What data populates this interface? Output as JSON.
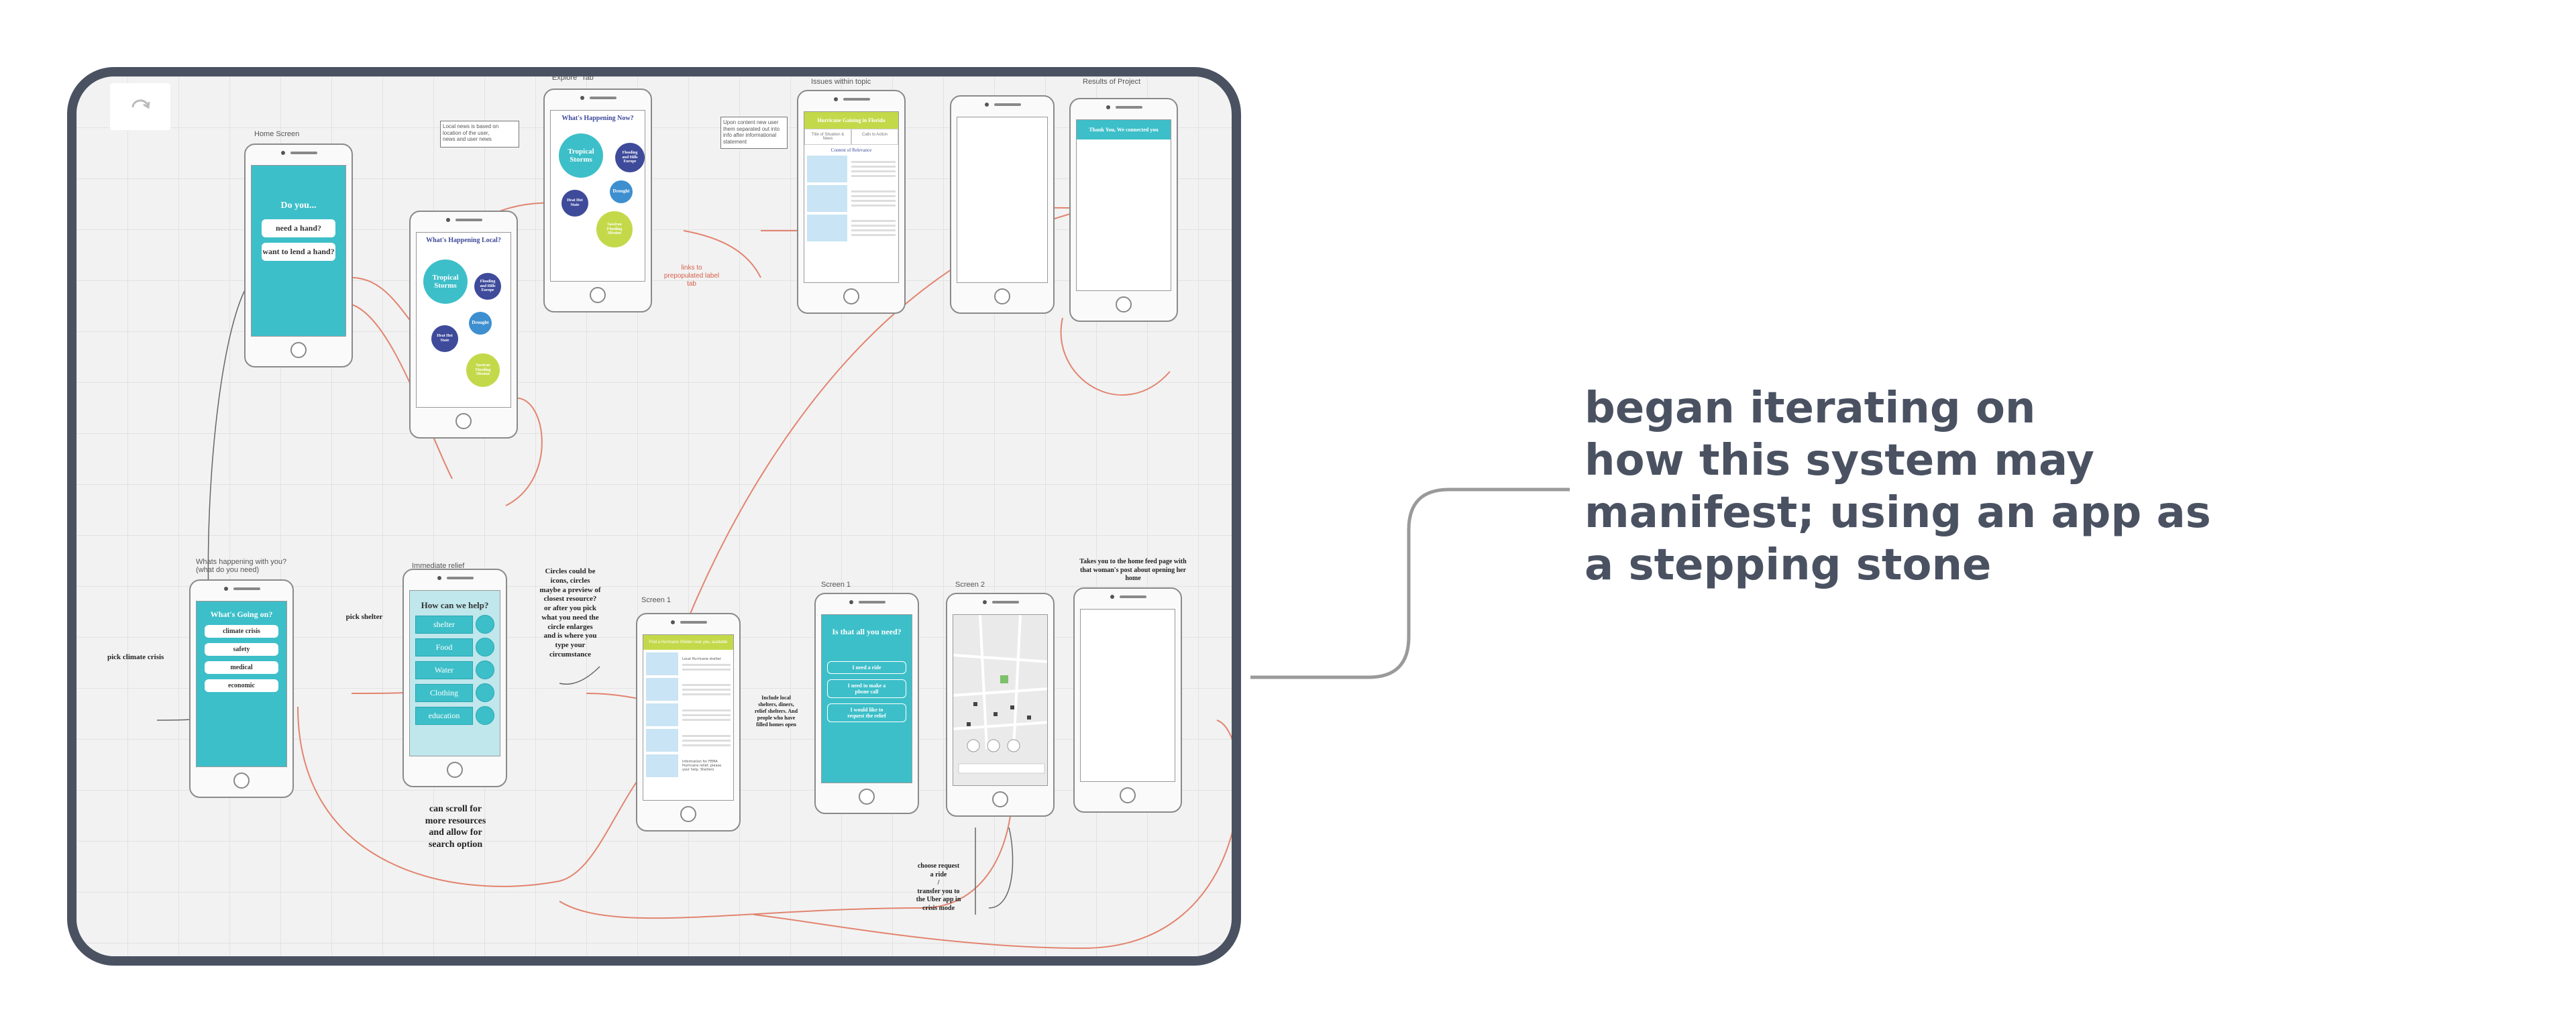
{
  "canvas": {
    "label_home": "Home Screen",
    "label_explore": "\"Explore\" Tab",
    "label_issues": "Issues within topic",
    "label_results": "Results of Project",
    "label_whats_happening": "Whats happening with you?\n(what do you need)",
    "label_immediate": "Immediate relief",
    "label_screen1a": "Screen 1",
    "label_screen1b": "Screen 1",
    "label_screen2": "Screen 2",
    "box_local": "Local news is based on\nlocation of the user,\nnews and user news",
    "box_issues": "Upon content new user\nthem separated out into\ninfo after informational\nstatement",
    "red_note": "links to\nprepopulated label\ntab",
    "home": {
      "title": "Do you...",
      "btn1": "need a hand?",
      "btn2": "want to lend a hand?"
    },
    "local": {
      "title": "What's Happening Local?",
      "c1": "Tropical\nStorms",
      "c2": "Flooding\nand Hills\nEurope",
      "c3": "Drought",
      "c4": "Heat Hot\nState",
      "c5": "Sawiran\nFlooding\nMission"
    },
    "explore": {
      "title": "What's Happening Now?",
      "c1": "Tropical\nStorms",
      "c2": "Flooding\nand Hills\nEurope",
      "c3": "Drought",
      "c4": "Heat Hot\nState",
      "c5": "Sawiran\nFlooding\nMission"
    },
    "issues": {
      "header": "Hurricane Gaining in Florida",
      "tab1": "Title of Situation & News",
      "tab2": "Calls to Action",
      "sub": "Content of Relevance"
    },
    "results": {
      "header": "Thank You, We connected you"
    },
    "going_on": {
      "title": "What's Going on?",
      "b1": "climate crisis",
      "b2": "safety",
      "b3": "medical",
      "b4": "economic"
    },
    "help": {
      "title": "How can we help?",
      "b1": "shelter",
      "b2": "Food",
      "b3": "Water",
      "b4": "Clothing",
      "b5": "education"
    },
    "screen1a": {
      "header": "Find a Hurricane Shelter near you, available",
      "l1": "Local Hurricane shelter",
      "l2": "Information for FEMA\nHurricane relief, please\nyour help. Shelters"
    },
    "screen1b": {
      "title": "Is that all you need?",
      "b1": "I need a ride",
      "b2": "I need to make a\nphone call",
      "b3": "I would like to\nrequest the relief"
    },
    "note_pick_climate": "pick climate crisis",
    "note_pick_shelter": "pick shelter",
    "note_circles": "Circles could be\nicons, circles\nmaybe a preview of\nclosest resource?\nor after you pick\nwhat you need the\ncircle enlarges\nand is where you\ntype your\ncircumstance",
    "note_scroll": "can scroll for\nmore resources\nand allow for\nsearch option",
    "note_include": "Include local\nshelters, diners,\nrelief shelters. And\npeople who have\nfilled homes open",
    "note_choose": "choose request\na ride\n/\ntransfer you to\nthe Uber app in\ncrisis mode",
    "note_takes": "Takes you to the home feed page with\nthat woman's post about opening her\nhome"
  },
  "callout": {
    "line1": "began iterating on",
    "line2": "how this system may",
    "line3": "manifest; using an app as",
    "line4": "a stepping stone"
  },
  "colors": {
    "frame": "#4a5262",
    "teal": "#3dbfc9",
    "lime": "#c4d94a",
    "navy": "#3e4a9a",
    "connector_red": "#e2846f"
  }
}
